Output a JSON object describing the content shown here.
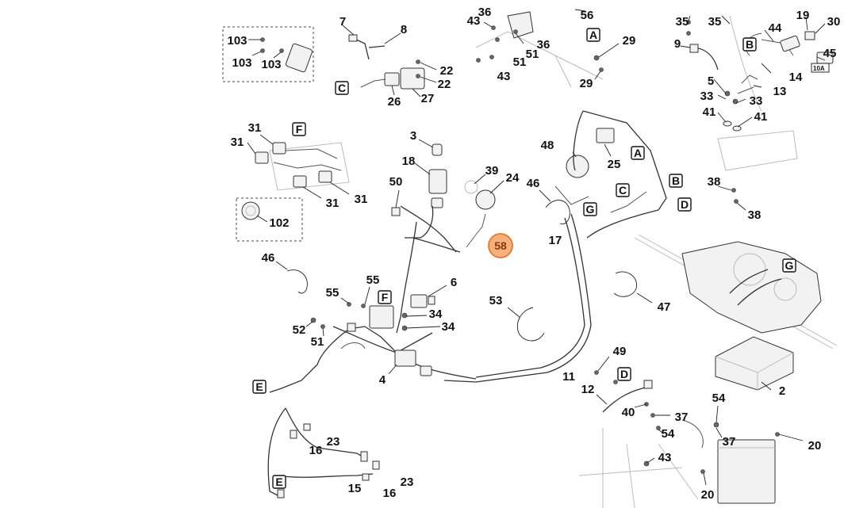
{
  "labels": [
    {
      "id": "p7",
      "t": "7"
    },
    {
      "id": "p8",
      "t": "8"
    },
    {
      "id": "p103a",
      "t": "103"
    },
    {
      "id": "p103b",
      "t": "103"
    },
    {
      "id": "p103c",
      "t": "103"
    },
    {
      "id": "p22a",
      "t": "22"
    },
    {
      "id": "p22b",
      "t": "22"
    },
    {
      "id": "p26",
      "t": "26"
    },
    {
      "id": "p27",
      "t": "27"
    },
    {
      "id": "p43a",
      "t": "43"
    },
    {
      "id": "p36a",
      "t": "36"
    },
    {
      "id": "p56",
      "t": "56"
    },
    {
      "id": "p36b",
      "t": "36"
    },
    {
      "id": "p51a",
      "t": "51"
    },
    {
      "id": "p43b",
      "t": "43"
    },
    {
      "id": "p29a",
      "t": "29"
    },
    {
      "id": "p29b",
      "t": "29"
    },
    {
      "id": "p35a",
      "t": "35"
    },
    {
      "id": "p35b",
      "t": "35"
    },
    {
      "id": "p19",
      "t": "19"
    },
    {
      "id": "p30",
      "t": "30"
    },
    {
      "id": "p9",
      "t": "9"
    },
    {
      "id": "p44",
      "t": "44"
    },
    {
      "id": "p45",
      "t": "45"
    },
    {
      "id": "p14",
      "t": "14"
    },
    {
      "id": "p5",
      "t": "5"
    },
    {
      "id": "p13",
      "t": "13"
    },
    {
      "id": "p33a",
      "t": "33"
    },
    {
      "id": "p33b",
      "t": "33"
    },
    {
      "id": "p41a",
      "t": "41"
    },
    {
      "id": "p41b",
      "t": "41"
    },
    {
      "id": "p38a",
      "t": "38"
    },
    {
      "id": "p38b",
      "t": "38"
    },
    {
      "id": "p31a",
      "t": "31"
    },
    {
      "id": "p31b",
      "t": "31"
    },
    {
      "id": "p31c",
      "t": "31"
    },
    {
      "id": "p31d",
      "t": "31"
    },
    {
      "id": "p102",
      "t": "102"
    },
    {
      "id": "p3",
      "t": "3"
    },
    {
      "id": "p18",
      "t": "18"
    },
    {
      "id": "p50",
      "t": "50"
    },
    {
      "id": "p39",
      "t": "39"
    },
    {
      "id": "p24",
      "t": "24"
    },
    {
      "id": "p46a",
      "t": "46"
    },
    {
      "id": "p48",
      "t": "48"
    },
    {
      "id": "p25",
      "t": "25"
    },
    {
      "id": "p17",
      "t": "17"
    },
    {
      "id": "p46b",
      "t": "46"
    },
    {
      "id": "p55a",
      "t": "55"
    },
    {
      "id": "p55b",
      "t": "55"
    },
    {
      "id": "p6",
      "t": "6"
    },
    {
      "id": "p53",
      "t": "53"
    },
    {
      "id": "p47",
      "t": "47"
    },
    {
      "id": "p52",
      "t": "52"
    },
    {
      "id": "p51b",
      "t": "51"
    },
    {
      "id": "p34a",
      "t": "34"
    },
    {
      "id": "p34b",
      "t": "34"
    },
    {
      "id": "p4",
      "t": "4"
    },
    {
      "id": "p11",
      "t": "11"
    },
    {
      "id": "p49",
      "t": "49"
    },
    {
      "id": "p12",
      "t": "12"
    },
    {
      "id": "p40",
      "t": "40"
    },
    {
      "id": "p37a",
      "t": "37"
    },
    {
      "id": "p54a",
      "t": "54"
    },
    {
      "id": "p54b",
      "t": "54"
    },
    {
      "id": "p37b",
      "t": "37"
    },
    {
      "id": "p2",
      "t": "2"
    },
    {
      "id": "p20a",
      "t": "20"
    },
    {
      "id": "p20b",
      "t": "20"
    },
    {
      "id": "p43c",
      "t": "43"
    },
    {
      "id": "p23a",
      "t": "23"
    },
    {
      "id": "p16a",
      "t": "16"
    },
    {
      "id": "p15",
      "t": "15"
    },
    {
      "id": "p16b",
      "t": "16"
    },
    {
      "id": "p23b",
      "t": "23"
    }
  ],
  "refs": [
    {
      "id": "rC1",
      "t": "C"
    },
    {
      "id": "rA1",
      "t": "A"
    },
    {
      "id": "rB1",
      "t": "B"
    },
    {
      "id": "rF1",
      "t": "F"
    },
    {
      "id": "rA2",
      "t": "A"
    },
    {
      "id": "rB2",
      "t": "B"
    },
    {
      "id": "rC2",
      "t": "C"
    },
    {
      "id": "rD1",
      "t": "D"
    },
    {
      "id": "rG1",
      "t": "G"
    },
    {
      "id": "rG2",
      "t": "G"
    },
    {
      "id": "rF2",
      "t": "F"
    },
    {
      "id": "rE1",
      "t": "E"
    },
    {
      "id": "rD2",
      "t": "D"
    },
    {
      "id": "rE2",
      "t": "E"
    }
  ],
  "highlight": {
    "label": "58",
    "fill": "#f6b07c",
    "stroke": "#e07a2e"
  },
  "fuse_label": "10A",
  "colors": {
    "ink": "#111111",
    "highlight_fill": "#f6b07c",
    "highlight_stroke": "#e07a2e"
  }
}
